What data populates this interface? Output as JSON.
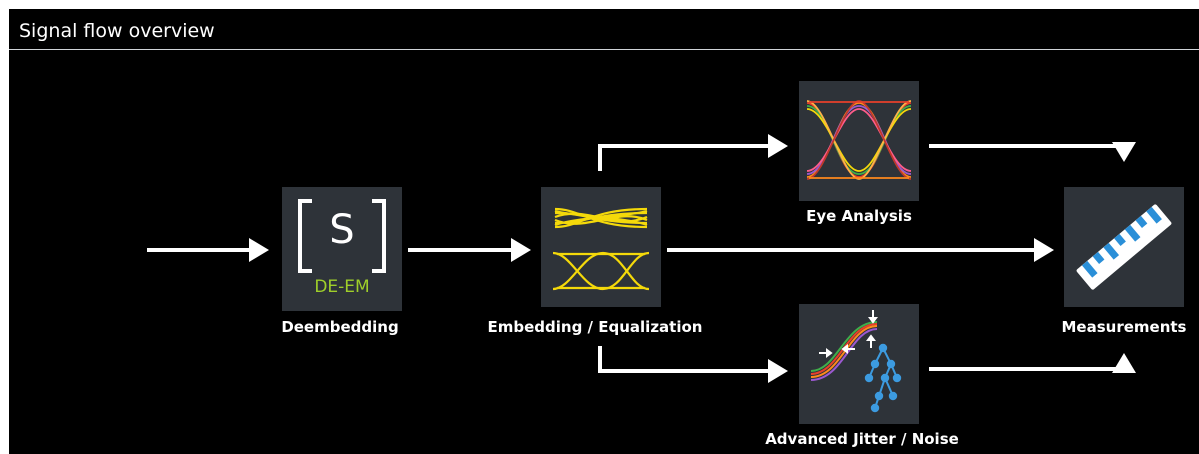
{
  "panel": {
    "title": "Signal flow overview",
    "colors": {
      "background": "#000000",
      "block": "#2e3339",
      "arrow": "#ffffff",
      "rule": "#d0d4d8",
      "deem_text": "#9fcf2a",
      "eq_eye": "#f4d90a",
      "measure_ruler": "#ffffff",
      "measure_ticks": "#2a8fd8",
      "jitter_tree": "#3c9be0"
    }
  },
  "blocks": {
    "deembedding": {
      "label": "Deembedding",
      "icon": "s-parameter-bracket-icon",
      "glyph": "S",
      "subtext": "DE-EM"
    },
    "equalization": {
      "label": "Embedding / Equalization",
      "icon": "equalization-eye-icon"
    },
    "eye": {
      "label": "Eye Analysis",
      "icon": "eye-diagram-icon"
    },
    "jitter": {
      "label": "Advanced Jitter / Noise",
      "icon": "jitter-noise-icon"
    },
    "measurements": {
      "label": "Measurements",
      "icon": "ruler-icon"
    }
  }
}
